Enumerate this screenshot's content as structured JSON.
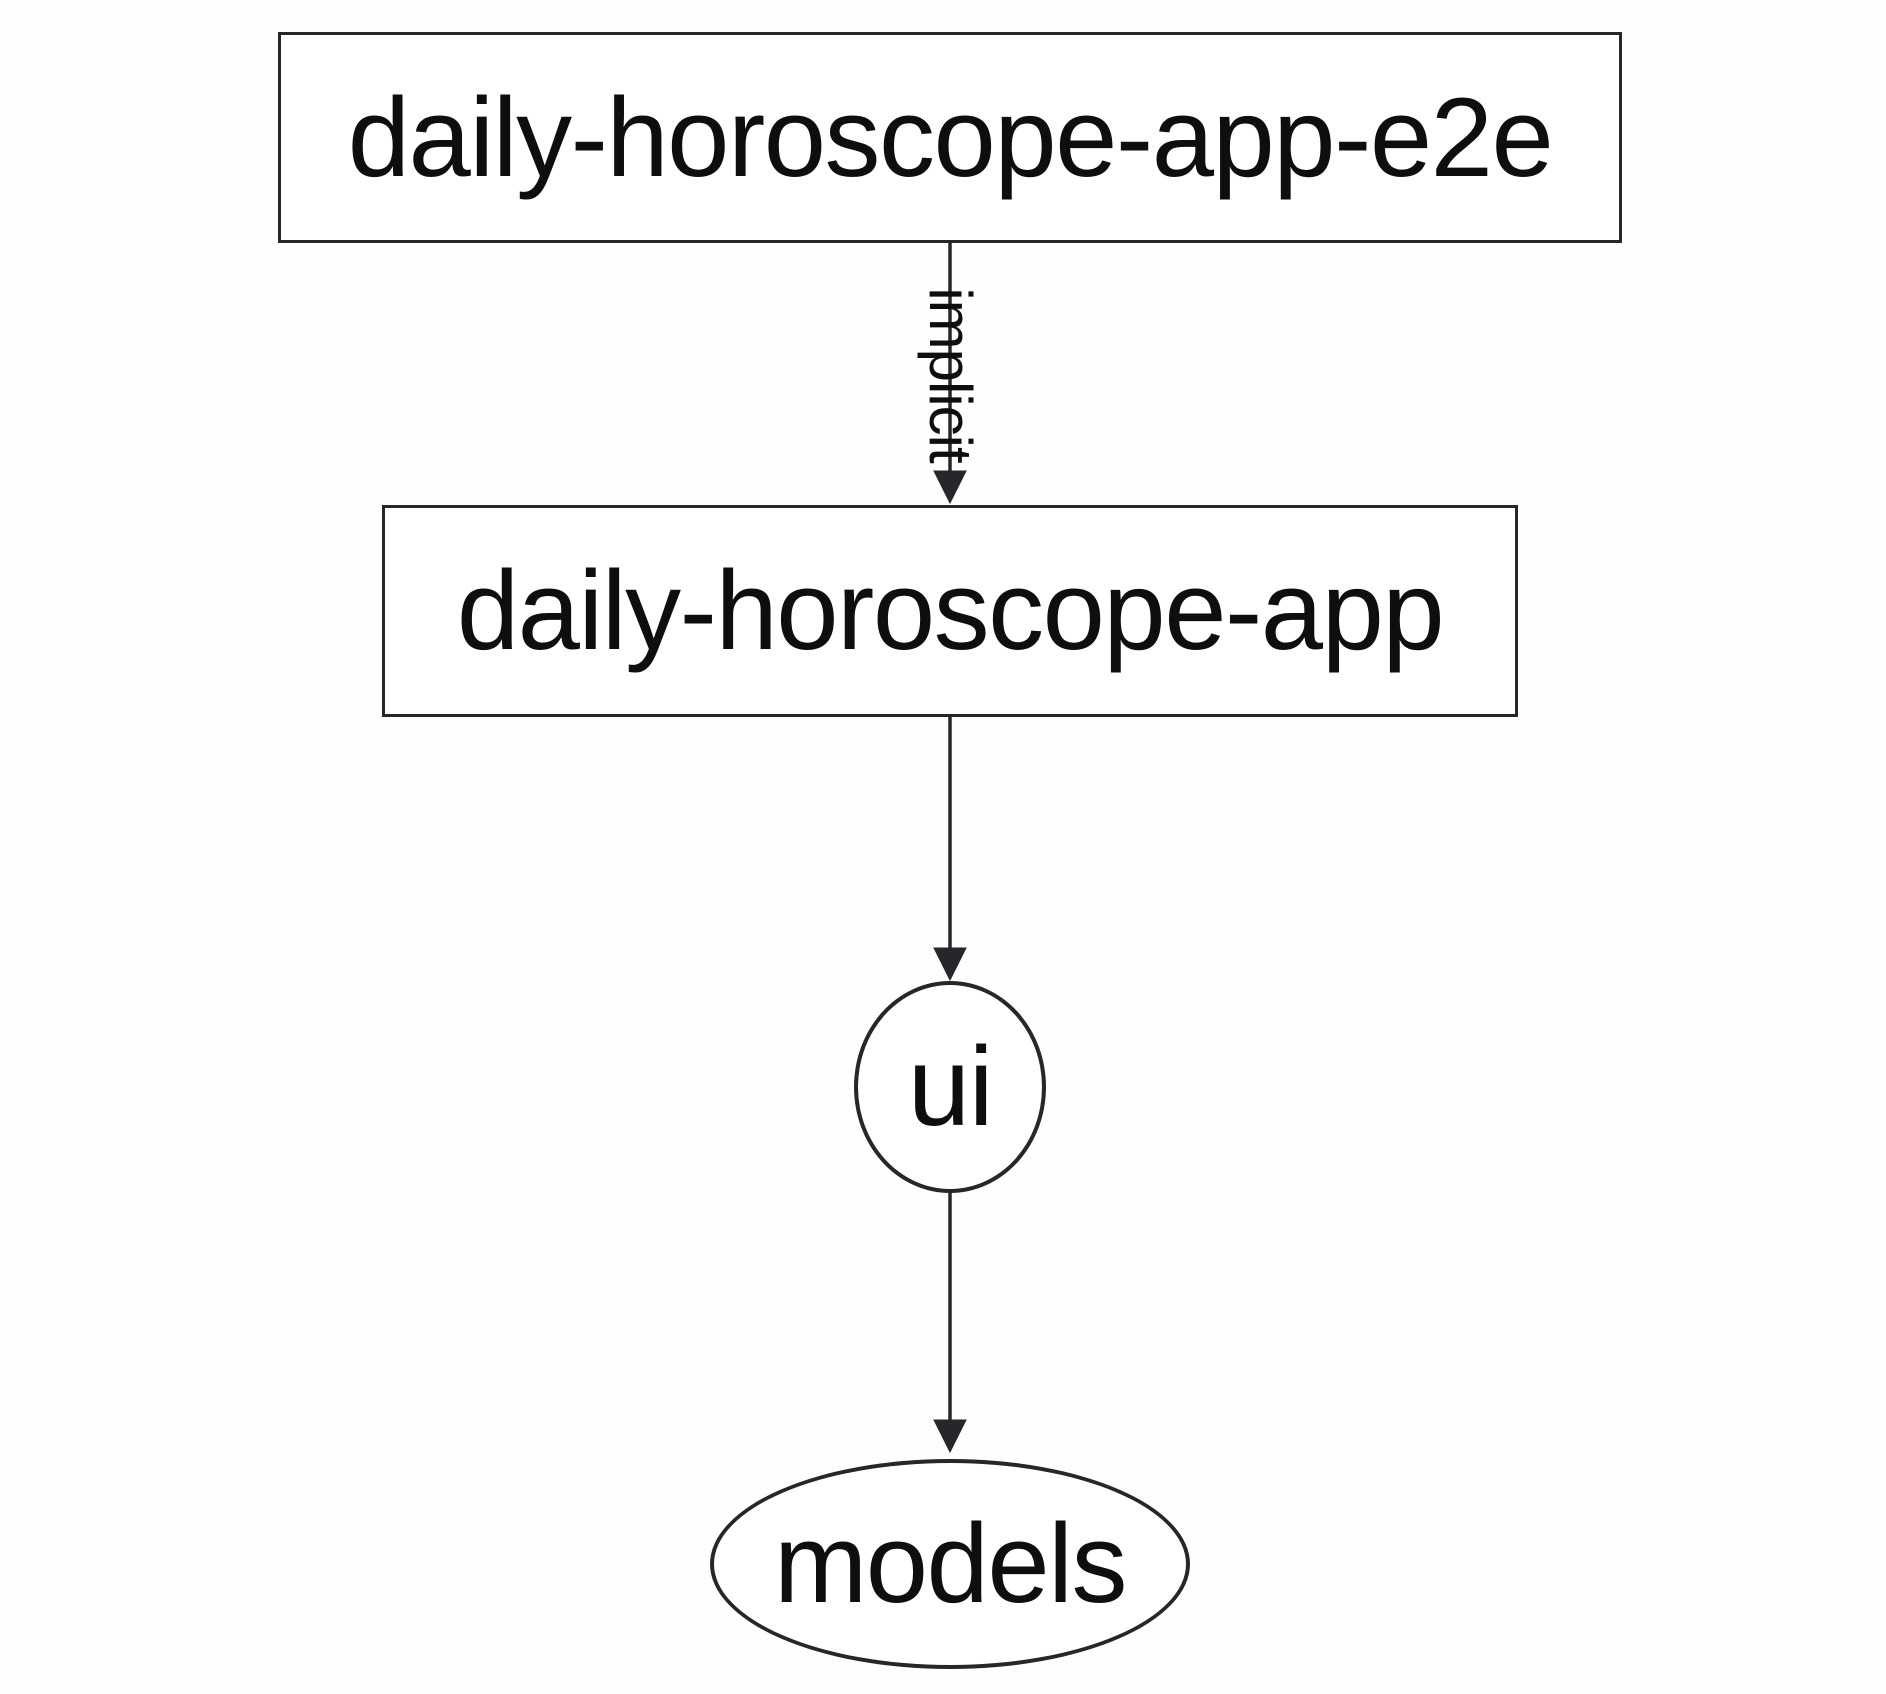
{
  "graph": {
    "kind": "dependency-graph",
    "colors": {
      "background": "#fefefe",
      "stroke": "#26262b",
      "text": "#0e0e11"
    },
    "nodes": [
      {
        "id": "daily-horoscope-app-e2e",
        "label": "daily-horoscope-app-e2e",
        "shape": "rectangle"
      },
      {
        "id": "daily-horoscope-app",
        "label": "daily-horoscope-app",
        "shape": "rectangle"
      },
      {
        "id": "ui",
        "label": "ui",
        "shape": "ellipse"
      },
      {
        "id": "models",
        "label": "models",
        "shape": "ellipse"
      }
    ],
    "edges": [
      {
        "from": "daily-horoscope-app-e2e",
        "to": "daily-horoscope-app",
        "label": "implicit",
        "arrow": "filled-triangle"
      },
      {
        "from": "daily-horoscope-app",
        "to": "ui",
        "label": "",
        "arrow": "filled-triangle"
      },
      {
        "from": "ui",
        "to": "models",
        "label": "",
        "arrow": "filled-triangle"
      }
    ]
  }
}
